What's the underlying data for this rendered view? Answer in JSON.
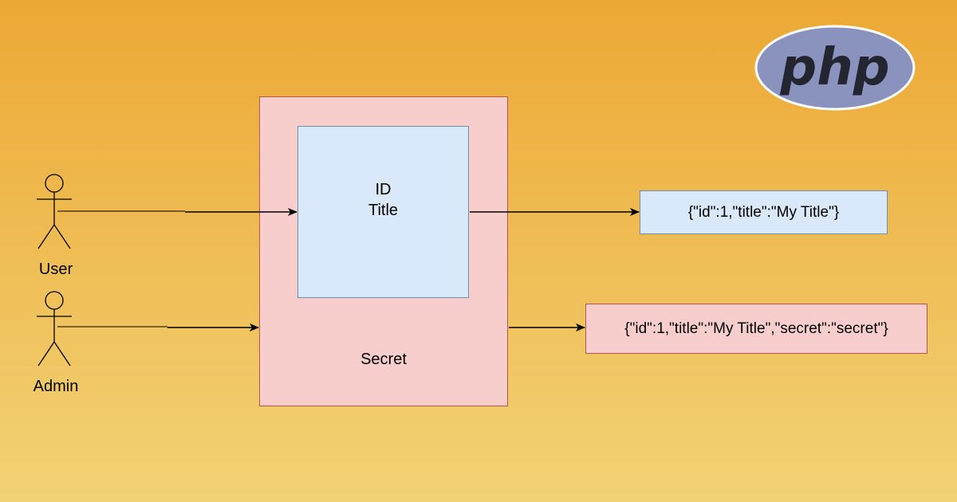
{
  "actors": [
    {
      "label": "User"
    },
    {
      "label": "Admin"
    }
  ],
  "resource": {
    "fields": [
      "ID",
      "Title"
    ],
    "secret_label": "Secret"
  },
  "responses": {
    "user": "{\"id\":1,\"title\":\"My Title\"}",
    "admin": "{\"id\":1,\"title\":\"My Title\",\"secret\":\"secret\"}"
  },
  "logo": {
    "text": "php",
    "colors": {
      "oval": "#8a93be",
      "text": "#232531",
      "outline": "#ffffff"
    }
  },
  "colors": {
    "background_top": "#eca834",
    "background_bottom": "#f2d275",
    "outer_fill": "#f8cecc",
    "outer_stroke": "#b85450",
    "inner_fill": "#dae8fc",
    "inner_stroke": "#6c8ebf"
  }
}
